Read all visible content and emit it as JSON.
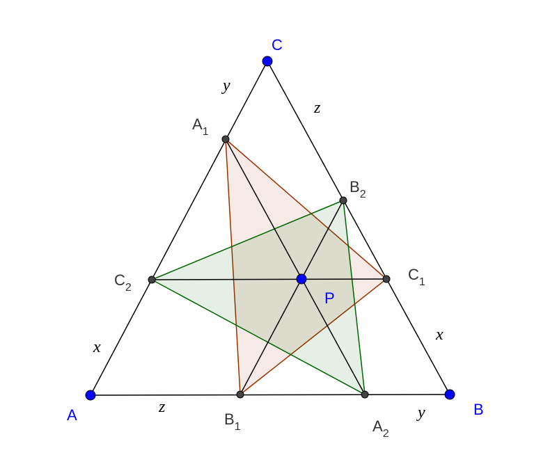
{
  "points": {
    "A": "A",
    "B": "B",
    "C": "C",
    "P": "P",
    "A1": {
      "base": "A",
      "sub": "1"
    },
    "B1": {
      "base": "B",
      "sub": "1"
    },
    "C1": {
      "base": "C",
      "sub": "1"
    },
    "A2": {
      "base": "A",
      "sub": "2"
    },
    "B2": {
      "base": "B",
      "sub": "2"
    },
    "C2": {
      "base": "C",
      "sub": "2"
    }
  },
  "segment_labels": {
    "CA1": "y",
    "CB2": "z",
    "C2A": "x",
    "C1B": "x",
    "AB1": "z",
    "A2B": "y"
  },
  "colors": {
    "main_point": "#0000ff",
    "aux_point": "#444444",
    "triangle1_stroke": "#993300",
    "triangle2_stroke": "#006400"
  }
}
